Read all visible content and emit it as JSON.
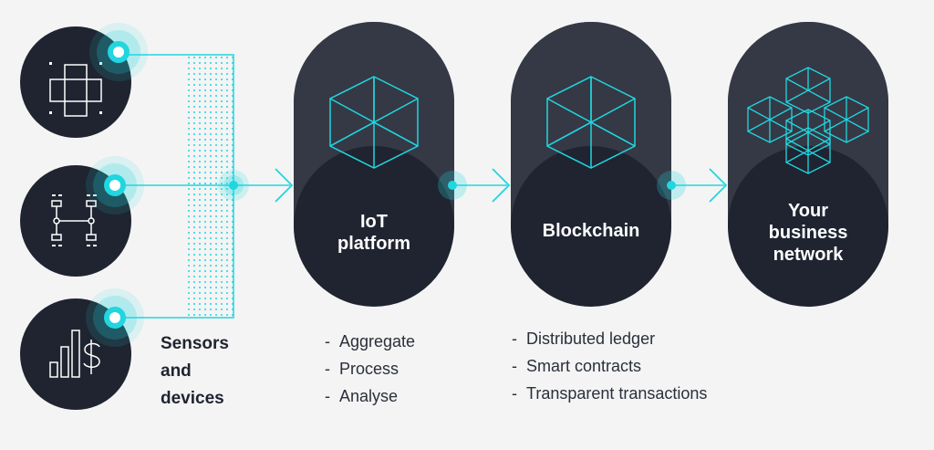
{
  "colors": {
    "background": "#f4f4f4",
    "dark": "#1f2430",
    "dark_top": "#343843",
    "accent": "#20d6e0"
  },
  "icons": [
    "cross-grid-icon",
    "circuit-board-icon",
    "bar-chart-dollar-icon",
    "cube-icon",
    "cube-cluster-icon",
    "arrow-right-icon",
    "signal-node-icon"
  ],
  "sensors": {
    "caption": [
      "Sensors",
      "and",
      "devices"
    ]
  },
  "iot": {
    "title": [
      "IoT",
      "platform"
    ],
    "items": [
      "Aggregate",
      "Process",
      "Analyse"
    ]
  },
  "blockchain": {
    "title": [
      "Blockchain"
    ],
    "items": [
      "Distributed ledger",
      "Smart contracts",
      "Transparent transactions"
    ]
  },
  "business": {
    "title": [
      "Your",
      "business",
      "network"
    ]
  }
}
